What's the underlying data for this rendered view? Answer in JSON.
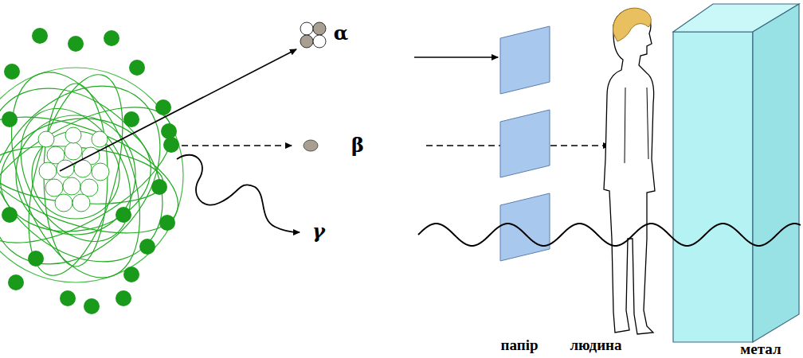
{
  "diagram": {
    "labels": [
      "α",
      "β",
      "γ",
      "папір",
      "людина",
      "метал"
    ]
  }
}
